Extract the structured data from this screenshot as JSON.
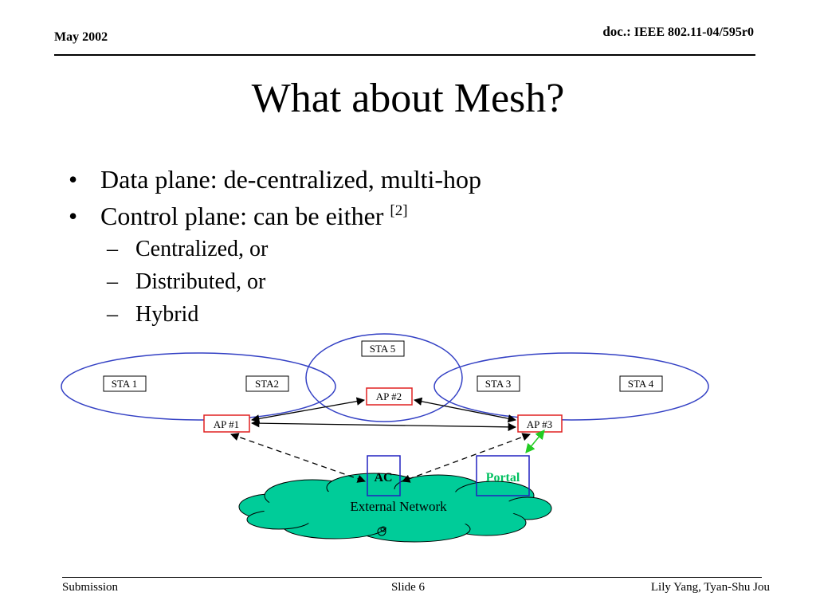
{
  "header": {
    "date": "May 2002",
    "doc_label": "doc.:",
    "doc_id": "IEEE 802.11-04/595r0"
  },
  "slide": {
    "title": "What about Mesh?",
    "bullets": [
      {
        "text": "Data plane: de-centralized, multi-hop",
        "ref": ""
      },
      {
        "text": "Control plane: can be either ",
        "ref": "[2]"
      }
    ],
    "sub_bullets": [
      "Centralized, or",
      "Distributed, or",
      "Hybrid"
    ]
  },
  "diagram": {
    "stations": [
      "STA 1",
      "STA2",
      "STA 5",
      "STA 3",
      "STA 4"
    ],
    "access_points": [
      "AP #1",
      "AP #2",
      "AP #3"
    ],
    "ac_label": "AC",
    "portal_label": "Portal",
    "cloud_label": "External Network",
    "colors": {
      "ellipse": "#3340c4",
      "ap_border": "#e02020",
      "box_border": "#2020c0",
      "cloud_fill": "#00cc99",
      "portal_text": "#00c060",
      "portal_link": "#22cc22"
    }
  },
  "footer": {
    "left": "Submission",
    "center": "Slide 6",
    "right": "Lily Yang, Tyan-Shu Jou"
  }
}
